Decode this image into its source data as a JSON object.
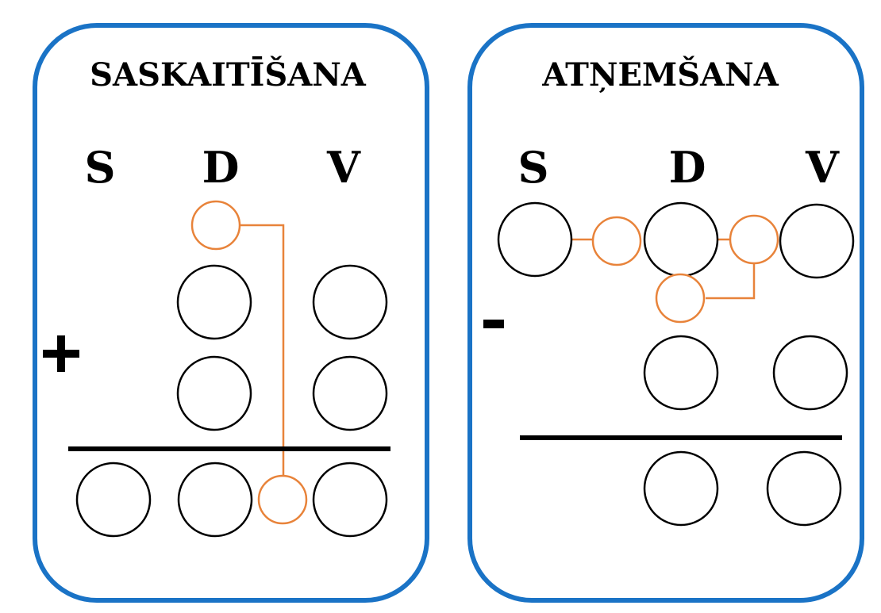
{
  "colors": {
    "card_border": "#1a73c6",
    "carry": "#e8833a",
    "ink": "#000000"
  },
  "addition": {
    "title": "SASKAITĪŠANA",
    "columns": [
      "S",
      "D",
      "V"
    ],
    "operator": "+"
  },
  "subtraction": {
    "title": "ATŅEMŠANA",
    "columns": [
      "S",
      "D",
      "V"
    ],
    "operator": "-"
  }
}
